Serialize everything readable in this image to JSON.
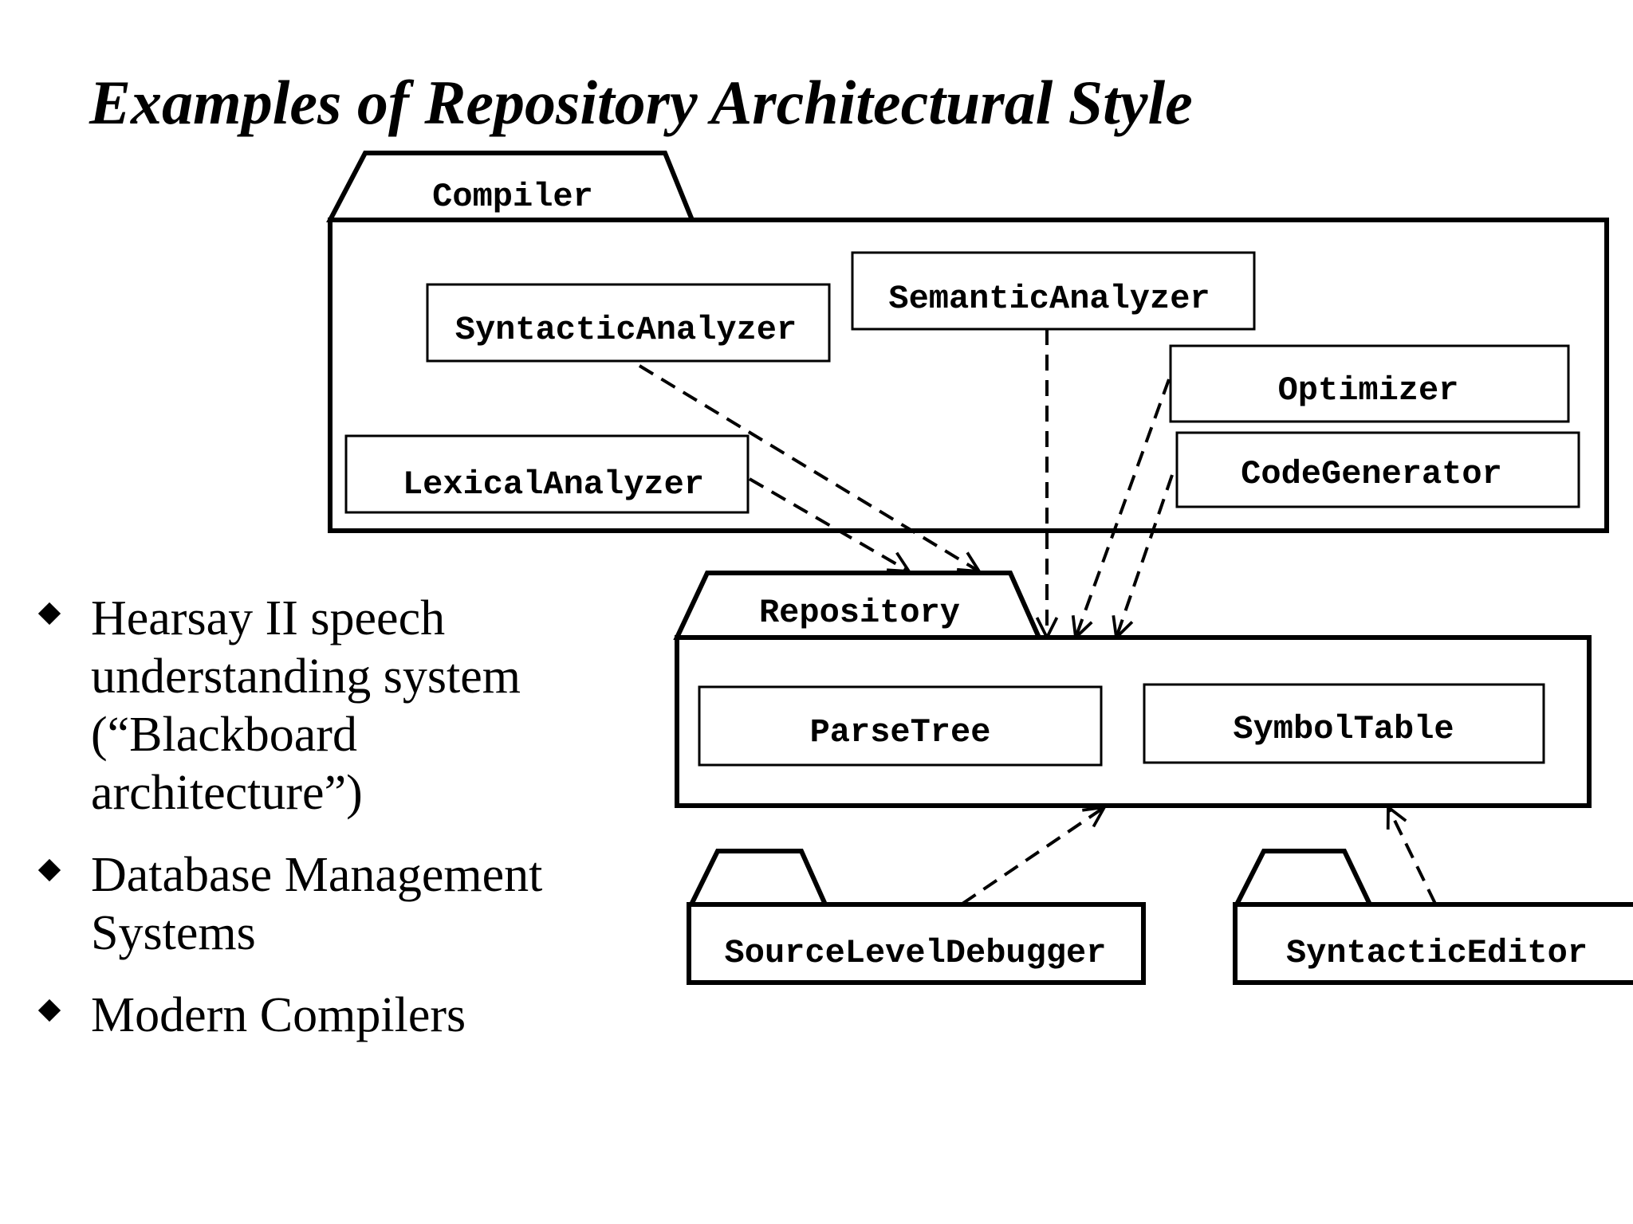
{
  "slide": {
    "title": "Examples of Repository Architectural Style",
    "bullets": [
      "Hearsay II speech understanding system (“Blackboard architecture”)",
      "Database Management Systems",
      "Modern Compilers"
    ]
  },
  "diagram": {
    "packages": {
      "compiler": "Compiler",
      "repository": "Repository",
      "source_level_debugger": "SourceLevelDebugger",
      "syntactic_editor": "SyntacticEditor"
    },
    "classes": {
      "syntactic_analyzer": "SyntacticAnalyzer",
      "semantic_analyzer": "SemanticAnalyzer",
      "lexical_analyzer": "LexicalAnalyzer",
      "optimizer": "Optimizer",
      "code_generator": "CodeGenerator",
      "parse_tree": "ParseTree",
      "symbol_table": "SymbolTable"
    },
    "dependencies": [
      {
        "from": "SyntacticAnalyzer",
        "to": "Repository"
      },
      {
        "from": "LexicalAnalyzer",
        "to": "Repository"
      },
      {
        "from": "SemanticAnalyzer",
        "to": "Repository"
      },
      {
        "from": "Optimizer",
        "to": "Repository"
      },
      {
        "from": "CodeGenerator",
        "to": "Repository"
      },
      {
        "from": "SourceLevelDebugger",
        "to": "Repository"
      },
      {
        "from": "SyntacticEditor",
        "to": "Repository"
      }
    ]
  }
}
